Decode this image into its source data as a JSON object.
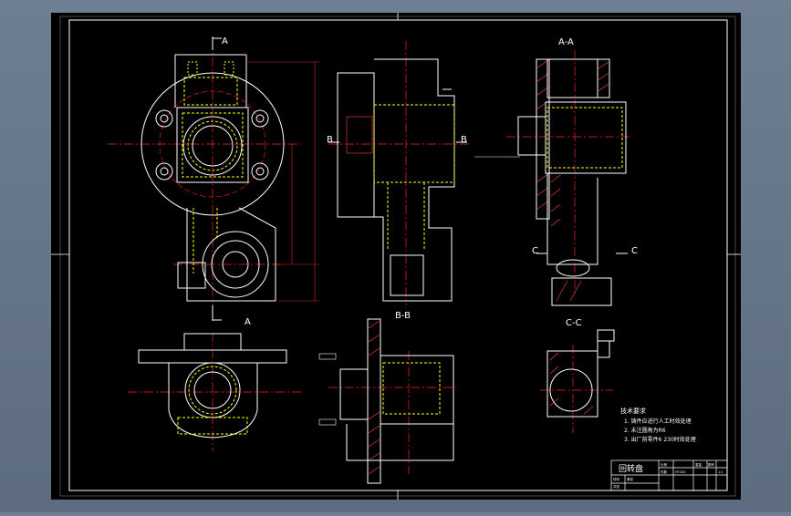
{
  "colors": {
    "background": "#62728a",
    "sheet": "#000000",
    "outline": "#ffffff",
    "hidden": "#ffff00",
    "center": "#ff2020",
    "hatch": "#ff4040",
    "dimension": "#ff3030"
  },
  "views": {
    "section_a_top": "A",
    "section_a_bottom": "A",
    "section_aa": "A-A",
    "section_b_left": "B",
    "section_b_right": "B",
    "section_bb": "B-B",
    "section_c_left": "C",
    "section_c_right": "C",
    "section_cc": "C-C"
  },
  "tech_notes": {
    "title": "技术要求",
    "items": [
      "1. 铸件应进行人工时效处理",
      "2. 未注圆角为R6",
      "3. 出厂前零件6 230时效处理"
    ]
  },
  "title_block": {
    "part_name": "回转盘",
    "cells": [
      "比例",
      "件数",
      "重量",
      "材料",
      "共张",
      "第张",
      "HT200",
      "图号",
      "1:1"
    ]
  }
}
